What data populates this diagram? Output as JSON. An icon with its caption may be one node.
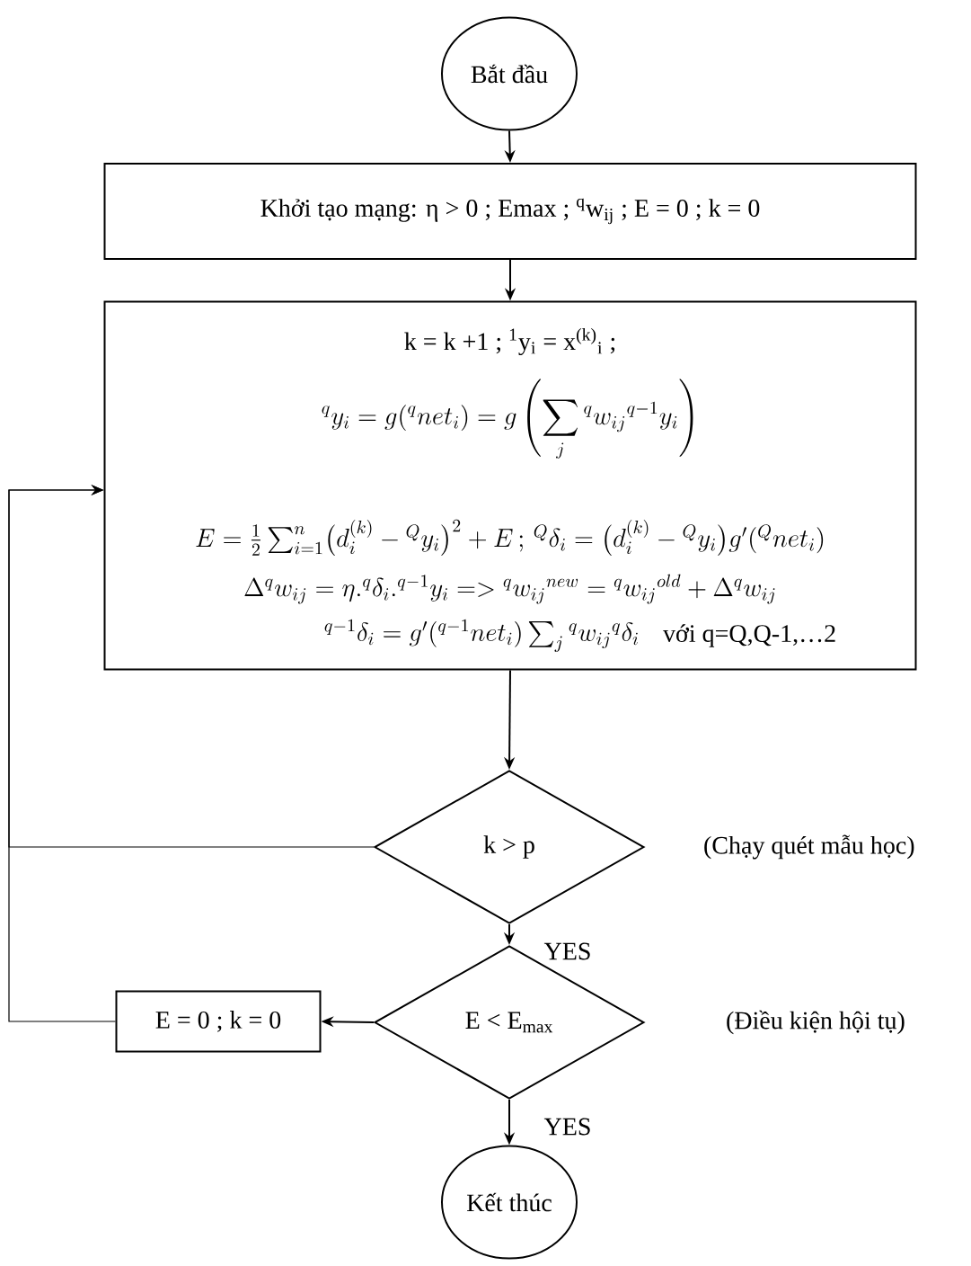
{
  "diagram": {
    "nodes": [
      {
        "text": [
          "Bắt đầu"
        ]
      },
      {
        "text": [
          "Khởi tạo mạng: η > 0 ; Emax ; $^{q}$w$_{ij}$ ; E = 0 ; k = 0"
        ]
      },
      {
        "text": [
          "k = k +1 ; $^{1}$y$_{i}$ = x$^{(k)}$$_{i}$ ;",
          "{}^{q}y_i = g({}^{q}net_i) = g\\left(\\sum_{j} {}^{q}w_{ij}{}^{q-1}y_i\\right)",
          "E = \\tfrac{1}{2}\\sum_{i=1}^{n}\\bigl(d_i^{(k)} - {}^{Q}y_i\\bigr)^2 + E \\,;\\, {}^{Q}\\delta_i = \\bigl(d_i^{(k)} - {}^{Q}y_i\\bigr)g'({}^{Q}net_i)",
          "\\Delta {}^{q}w_{ij} = \\eta.{}^{q}\\delta_i.{}^{q-1}y_i \\;{=}{>}\\; {}^{q}w_{ij}{}^{new} = {}^{q}w_{ij}{}^{old} + \\Delta {}^{q}w_{ij}",
          "{}^{q-1}\\delta_i = g'({}^{q-1}net_i)\\textstyle\\sum_{j} {}^{q}w_{ij}{}^{q}\\delta_i",
          "với q=Q,Q-1,…2"
        ]
      },
      {
        "text": [
          "k > p"
        ],
        "beside": [
          "(Chạy quét mẫu học)"
        ]
      },
      {
        "text": [
          "E < E$_{max}$"
        ],
        "beside": [
          "(Điều kiện hội tụ)"
        ]
      },
      {
        "text": [
          "E = 0 ; k = 0"
        ]
      },
      {
        "text": [
          "Kết thúc"
        ]
      }
    ],
    "edges": [
      {
        "from": 0,
        "to": 1,
        "arrow": "to"
      },
      {
        "from": 1,
        "to": 2,
        "arrow": "to"
      },
      {
        "from": 2,
        "to": 3,
        "arrow": "to"
      },
      {
        "from": 3,
        "to": 4,
        "arrow": "to",
        "label": "YES"
      },
      {
        "from": 4,
        "to": 6,
        "arrow": "to",
        "label": "YES"
      },
      {
        "from": 4,
        "to": 5,
        "arrow": "to"
      },
      {
        "from": 3,
        "to": 2,
        "arrow": "to"
      },
      {
        "from": 5,
        "to": 2,
        "arrow": "to"
      }
    ]
  }
}
